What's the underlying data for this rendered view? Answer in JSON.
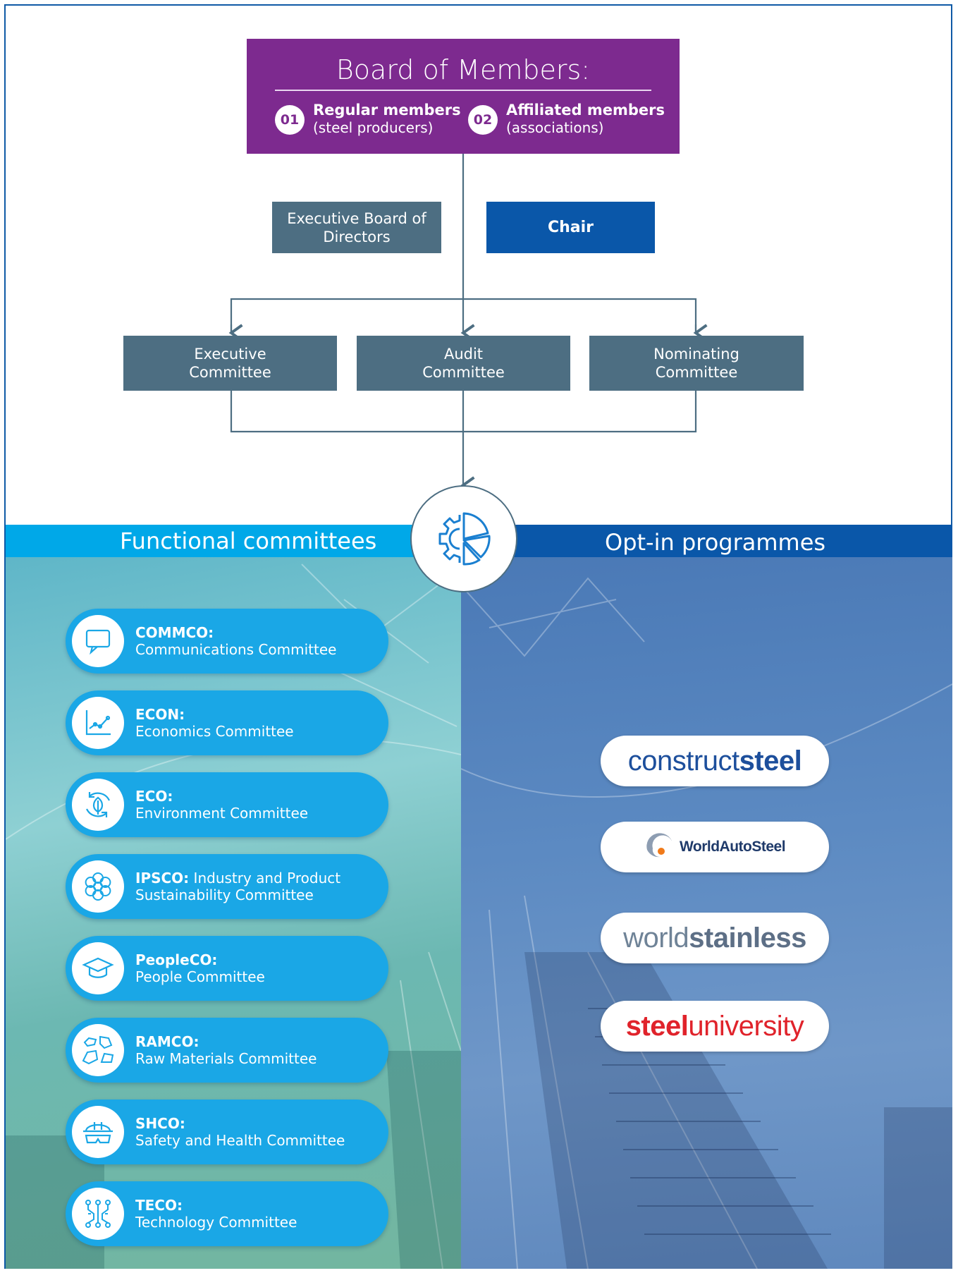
{
  "board": {
    "title": "Board of Members:",
    "members": [
      {
        "num": "01",
        "name": "Regular members",
        "sub": "(steel producers)"
      },
      {
        "num": "02",
        "name": "Affiliated members",
        "sub": "(associations)"
      }
    ]
  },
  "executive_board": "Executive Board of Directors",
  "chair": "Chair",
  "committees": {
    "executive": "Executive Committee",
    "audit": "Audit Committee",
    "nominating": "Nominating Committee"
  },
  "sections": {
    "functional": "Functional committees",
    "optin": "Opt-in programmes"
  },
  "functional_committees": [
    {
      "abbr": "COMMCO:",
      "name": "Communications Committee",
      "icon": "speech-bubble-icon"
    },
    {
      "abbr": "ECON:",
      "name": "Economics Committee",
      "icon": "line-chart-icon"
    },
    {
      "abbr": "ECO:",
      "name": "Environment Committee",
      "icon": "recycle-leaf-icon"
    },
    {
      "abbr": "IPSCO:",
      "name": "Industry and Product Sustainability Committee",
      "icon": "flower-icon"
    },
    {
      "abbr": "PeopleCO:",
      "name": "People Committee",
      "icon": "graduation-cap-icon"
    },
    {
      "abbr": "RAMCO:",
      "name": "Raw Materials Committee",
      "icon": "rocks-icon"
    },
    {
      "abbr": "SHCO:",
      "name": "Safety and Health Committee",
      "icon": "hard-hat-icon"
    },
    {
      "abbr": "TECO:",
      "name": "Technology Committee",
      "icon": "circuit-icon"
    }
  ],
  "programmes": {
    "constructsteel": {
      "a": "construct",
      "b": "steel"
    },
    "worldautosteel": "WorldAutoSteel",
    "worldstainless": {
      "a": "world",
      "b": "stainless"
    },
    "steeluniversity": {
      "a": "steel",
      "b": "university"
    }
  },
  "colors": {
    "board": "#7d2a8f",
    "grey_box": "#4d6e82",
    "chair": "#0a57a9",
    "functional_bar": "#00a8e8",
    "optin_bar": "#0a57a9",
    "pill": "#1aa7e6",
    "connector": "#4d6e82"
  }
}
